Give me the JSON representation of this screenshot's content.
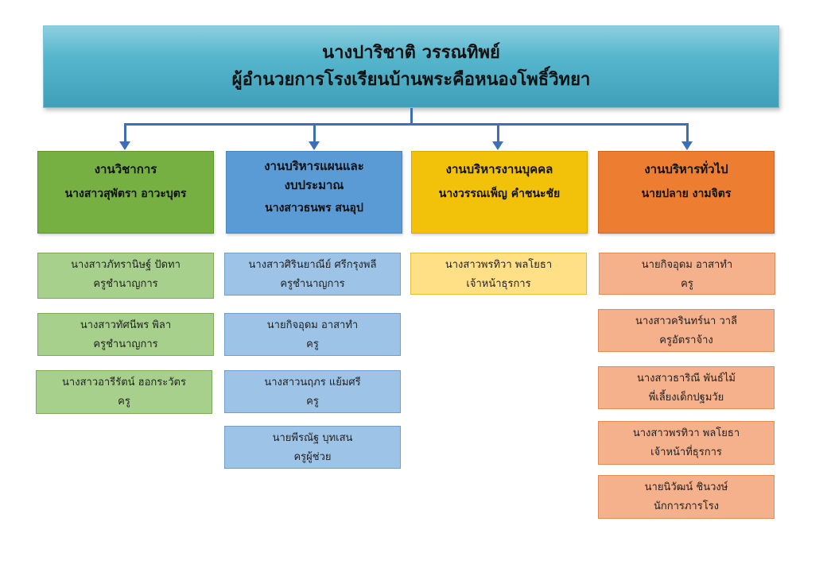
{
  "top": {
    "name": "นางปาริชาติ  วรรณทิพย์",
    "title": "ผู้อำนวยการโรงเรียนบ้านพระคือหนองโพธิ์วิทยา"
  },
  "departments": [
    {
      "title": "งานวิชาการ",
      "head": "นางสาวสุพัตรา อาวะบุตร",
      "members": [
        {
          "name": "นางสาวภัทรานิษฐ์ ปัดทา",
          "role": "ครูชำนาญการ"
        },
        {
          "name": "นางสาวทัศนีพร  พิลา",
          "role": "ครูชำนาญการ"
        },
        {
          "name": "นางสาวอารีรัตน์  ฮอกระวัตร",
          "role": "ครู"
        }
      ]
    },
    {
      "title": "งานบริหารแผนและงบประมาณ",
      "title_lines": [
        "งานบริหารแผนและ",
        "งบประมาณ"
      ],
      "head": "นางสาวธนพร สนอุป",
      "members": [
        {
          "name": "นางสาวศิรินยาณีย์ ศรีกรุงพลี",
          "role": "ครูชำนาญการ"
        },
        {
          "name": "นายกิจอุดม อาสาทำ",
          "role": "ครู"
        },
        {
          "name": "นางสาวนฤภร แย้มศรี",
          "role": "ครู"
        },
        {
          "name": "นายพีรณัฐ  บุทเสน",
          "role": "ครูผู้ช่วย"
        }
      ]
    },
    {
      "title": "งานบริหารงานบุคคล",
      "head": "นางวรรณเพ็ญ  คำชนะชัย",
      "members": [
        {
          "name": "นางสาวพรทิวา พลโยธา",
          "role": "เจ้าหน้าธุรการ"
        }
      ]
    },
    {
      "title": "งานบริหารทั่วไป",
      "head": "นายปลาย งามจิตร",
      "members": [
        {
          "name": "นายกิจอุดม  อาสาทำ",
          "role": "ครู"
        },
        {
          "name": "นางสาวครินทร์นา  วาลี",
          "role": "ครูอัตราจ้าง"
        },
        {
          "name": "นางสาวธาริณี  พันธ์ไม้",
          "role": "พี่เลี้ยงเด็กปฐมวัย"
        },
        {
          "name": "นางสาวพรทิวา พลโยธา",
          "role": "เจ้าหน้าที่ธุรการ"
        },
        {
          "name": "นายนิวัฒน์ ชินวงษ์",
          "role": "นักการภารโรง"
        }
      ]
    }
  ],
  "colors": {
    "banner": "#56b6cd",
    "connector": "#3d6fb6",
    "academic_header": "#76b043",
    "academic_member": "#a8d08d",
    "budget_header": "#5b9bd5",
    "budget_member": "#9dc3e6",
    "personnel_header": "#f2c10a",
    "personnel_member": "#ffe087",
    "general_header": "#ed7d31",
    "general_member": "#f4b18c"
  }
}
